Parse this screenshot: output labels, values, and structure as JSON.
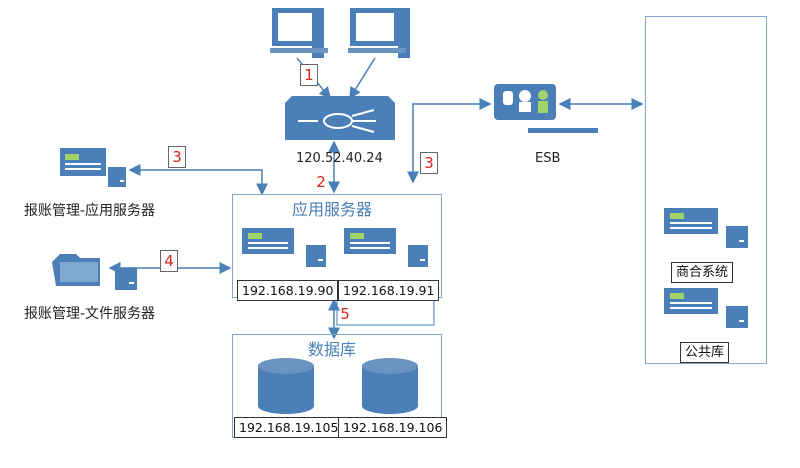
{
  "diagram": {
    "router_ip": "120.52.40.24",
    "esb_label": "ESB",
    "app_server_title": "应用服务器",
    "app_server_ips": [
      "192.168.19.90",
      "192.168.19.91"
    ],
    "db_title": "数据库",
    "db_ips": [
      "192.168.19.105",
      "192.168.19.106"
    ],
    "left_app_server_label": "报账管理-应用服务器",
    "left_file_server_label": "报账管理-文件服务器",
    "right_system_label": "商合系统",
    "right_public_label": "公共库",
    "step_numbers": [
      "1",
      "2",
      "3",
      "3",
      "4",
      "5"
    ]
  },
  "colors": {
    "primary": "#4a7fb8",
    "line": "#4a7fb8",
    "badge_text": "#d22222"
  }
}
